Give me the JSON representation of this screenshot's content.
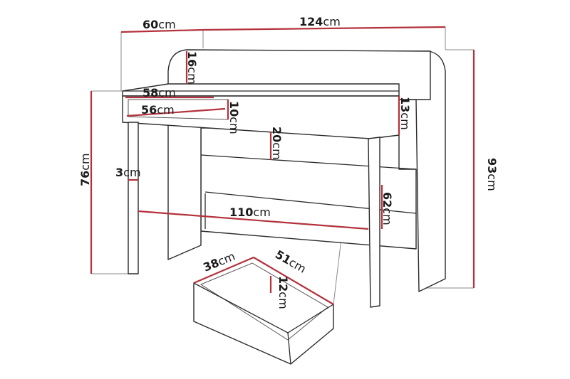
{
  "dimensions": {
    "depth_total": {
      "value": "60",
      "unit": "cm"
    },
    "width_total": {
      "value": "124",
      "unit": "cm"
    },
    "shelf_height": {
      "value": "16",
      "unit": "cm"
    },
    "desk_depth": {
      "value": "58",
      "unit": "cm"
    },
    "drawer_space_width": {
      "value": "56",
      "unit": "cm"
    },
    "drawer_space_height": {
      "value": "10",
      "unit": "cm"
    },
    "apron_height": {
      "value": "13",
      "unit": "cm"
    },
    "back_panel_height": {
      "value": "20",
      "unit": "cm"
    },
    "desk_height": {
      "value": "76",
      "unit": "cm"
    },
    "total_height": {
      "value": "93",
      "unit": "cm"
    },
    "leg_thickness": {
      "value": "3",
      "unit": "cm"
    },
    "legroom_width": {
      "value": "110",
      "unit": "cm"
    },
    "legroom_height": {
      "value": "62",
      "unit": "cm"
    },
    "drawer_depth": {
      "value": "38",
      "unit": "cm"
    },
    "drawer_width": {
      "value": "51",
      "unit": "cm"
    },
    "drawer_height": {
      "value": "12",
      "unit": "cm"
    }
  },
  "colors": {
    "dimension_line": "#b4323c",
    "outline": "#2b2b2b",
    "background": "#ffffff"
  }
}
